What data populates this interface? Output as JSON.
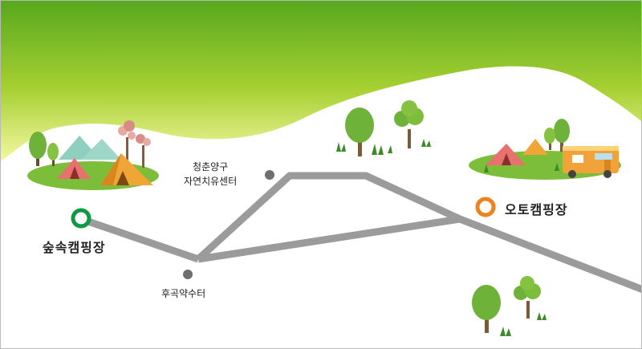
{
  "colors": {
    "sky_top": "#58a81e",
    "sky_mid": "#a7d032",
    "sky_low": "#f4f8a2",
    "trail": "#9b9b9b",
    "waypoint": "#6f6f6f",
    "forest_camp_marker": "#0c9a46",
    "auto_camp_marker": "#ef8220",
    "grass": "#7cbd3a",
    "tent_orange": "#f0a634",
    "tent_pink": "#e8716f",
    "camper_body": "#f1a33a"
  },
  "places": {
    "forest_camp": "숲속캠핑장",
    "auto_camp": "오토캠핑장",
    "center_line1": "청춘양구",
    "center_line2": "자연치유센터",
    "spring": "후곡약수터"
  },
  "icons": [
    "tree-icon",
    "tent-icon",
    "camper-van-icon",
    "mountain-icon",
    "grass-icon",
    "waypoint-marker-icon"
  ]
}
